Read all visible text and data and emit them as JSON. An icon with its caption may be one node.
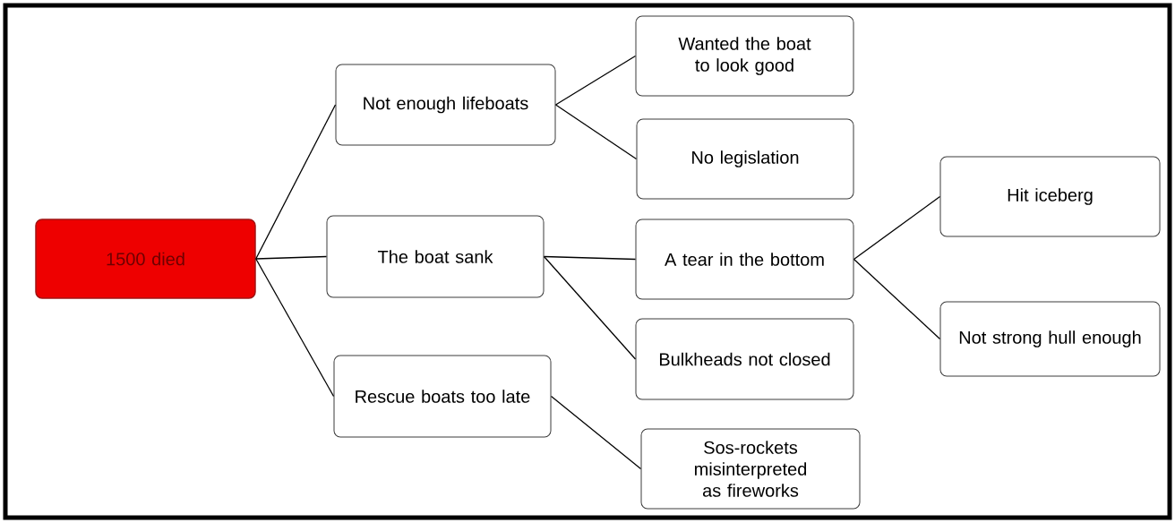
{
  "diagram": {
    "nodes": [
      {
        "text": [
          "1500 died"
        ]
      },
      {
        "text": [
          "Not enough lifeboats"
        ]
      },
      {
        "text": [
          "The boat sank"
        ]
      },
      {
        "text": [
          "Rescue boats too late"
        ]
      },
      {
        "text": [
          "Wanted the boat to look good"
        ]
      },
      {
        "text": [
          "No legislation"
        ]
      },
      {
        "text": [
          "A tear in the bottom"
        ]
      },
      {
        "text": [
          "Bulkheads not closed"
        ]
      },
      {
        "text": [
          "Sos-rockets misinterpreted as fireworks"
        ]
      },
      {
        "text": [
          "Hit iceberg"
        ]
      },
      {
        "text": [
          "Not strong hull enough"
        ]
      }
    ],
    "edges": [
      {
        "from": 0,
        "to": 1,
        "arrow": "none"
      },
      {
        "from": 0,
        "to": 2,
        "arrow": "none"
      },
      {
        "from": 0,
        "to": 3,
        "arrow": "none"
      },
      {
        "from": 1,
        "to": 4,
        "arrow": "none"
      },
      {
        "from": 1,
        "to": 5,
        "arrow": "none"
      },
      {
        "from": 2,
        "to": 6,
        "arrow": "none"
      },
      {
        "from": 2,
        "to": 7,
        "arrow": "none"
      },
      {
        "from": 3,
        "to": 8,
        "arrow": "none"
      },
      {
        "from": 6,
        "to": 9,
        "arrow": "none"
      },
      {
        "from": 6,
        "to": 10,
        "arrow": "none"
      }
    ]
  }
}
